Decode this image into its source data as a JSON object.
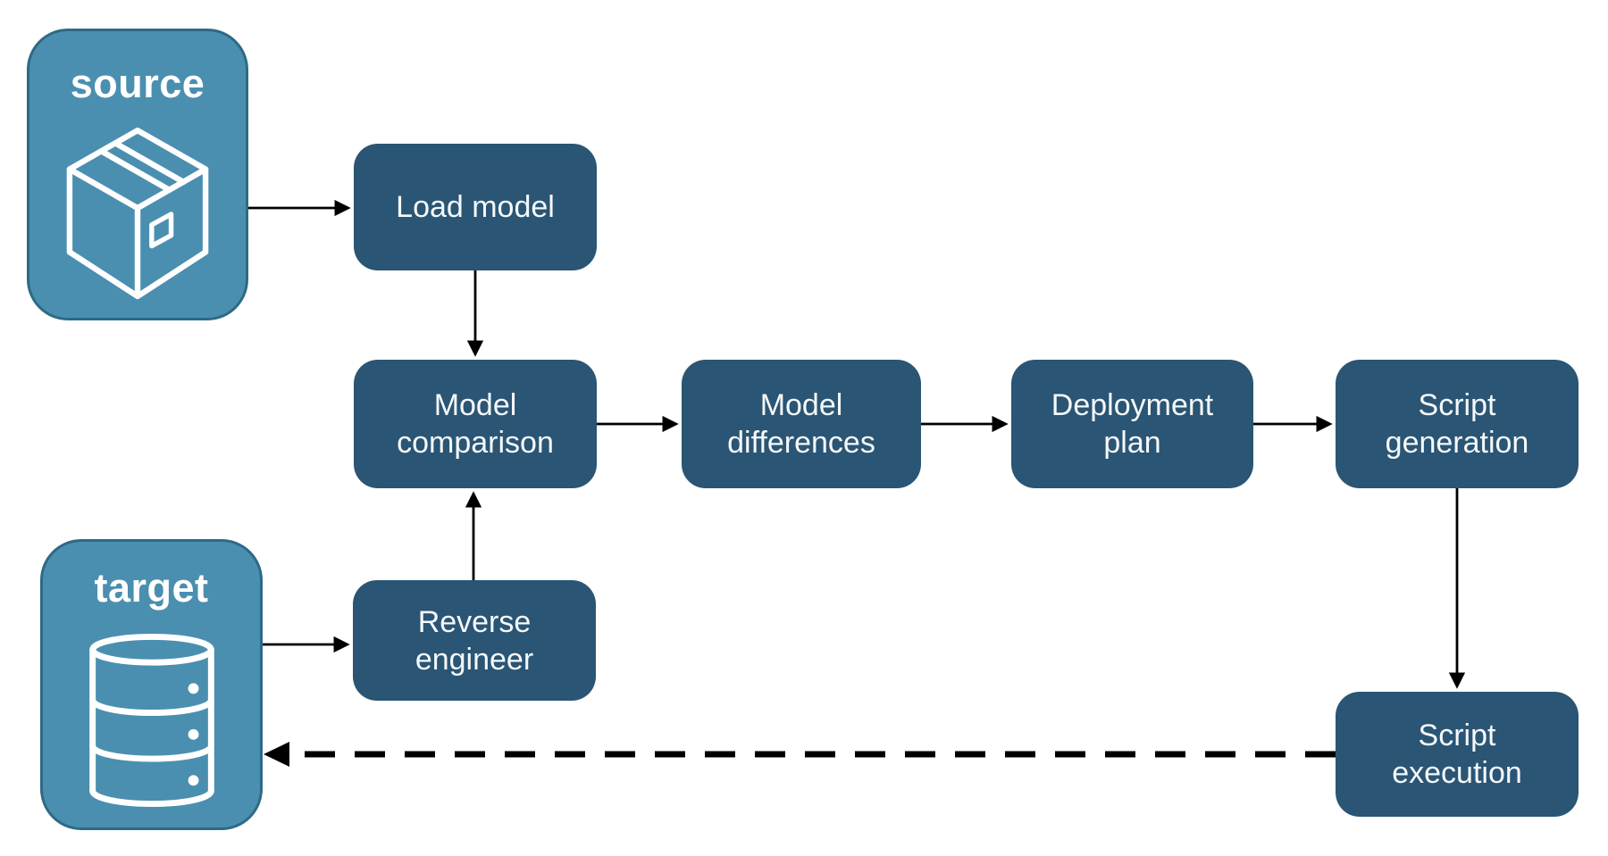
{
  "diagram": {
    "type": "flowchart",
    "background": "#ffffff",
    "endpoints": {
      "source": {
        "label": "source",
        "icon": "package-icon"
      },
      "target": {
        "label": "target",
        "icon": "database-icon"
      }
    },
    "steps": {
      "load_model": {
        "label": "Load model"
      },
      "model_comparison": {
        "label": "Model comparison"
      },
      "model_differences": {
        "label": "Model differences"
      },
      "deployment_plan": {
        "label": "Deployment plan"
      },
      "script_generation": {
        "label": "Script generation"
      },
      "reverse_engineer": {
        "label": "Reverse engineer"
      },
      "script_execution": {
        "label": "Script execution"
      }
    },
    "edges": [
      {
        "from": "source",
        "to": "load_model",
        "style": "solid"
      },
      {
        "from": "load_model",
        "to": "model_comparison",
        "style": "solid"
      },
      {
        "from": "model_comparison",
        "to": "model_differences",
        "style": "solid"
      },
      {
        "from": "model_differences",
        "to": "deployment_plan",
        "style": "solid"
      },
      {
        "from": "deployment_plan",
        "to": "script_generation",
        "style": "solid"
      },
      {
        "from": "script_generation",
        "to": "script_execution",
        "style": "solid"
      },
      {
        "from": "target",
        "to": "reverse_engineer",
        "style": "solid"
      },
      {
        "from": "reverse_engineer",
        "to": "model_comparison",
        "style": "solid"
      },
      {
        "from": "script_execution",
        "to": "target",
        "style": "dashed"
      }
    ],
    "colors": {
      "step_fill": "#2a5574",
      "endpoint_fill": "#4a8fb0",
      "endpoint_border": "#2d6a85",
      "arrow": "#000000",
      "label_text": "#ffffff"
    }
  }
}
